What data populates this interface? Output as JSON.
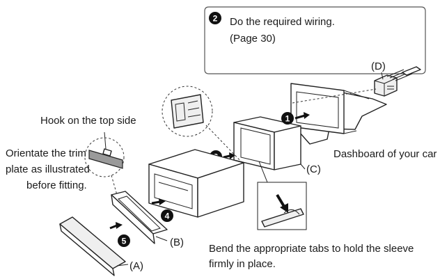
{
  "steps": {
    "step1": "1",
    "step2": "2",
    "step3": "3",
    "step4": "4",
    "step5": "5"
  },
  "wiring_box": {
    "line1": "Do the required wiring.",
    "line2": "(Page 30)"
  },
  "labels": {
    "hook_top": "Hook on the top side",
    "orientate_1": "Orientate the trim",
    "orientate_2": "plate as illustrated",
    "orientate_3": "before fitting.",
    "dashboard": "Dashboard of your car",
    "bend_1": "Bend the appropriate tabs to hold the sleeve",
    "bend_2": "firmly in place."
  },
  "parts": {
    "a": "(A)",
    "b": "(B)",
    "c": "(C)",
    "d": "(D)"
  }
}
